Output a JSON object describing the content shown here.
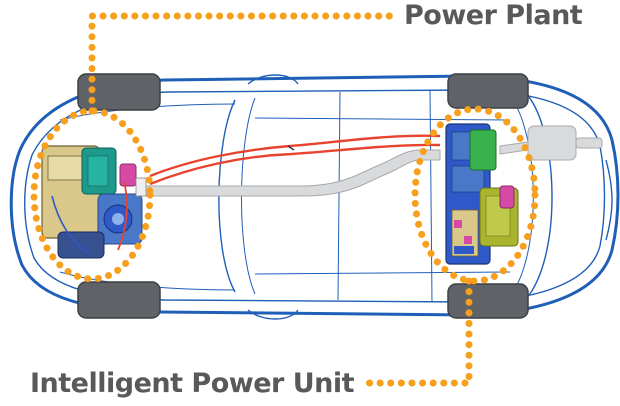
{
  "labels": {
    "power_plant": "Power Plant",
    "intelligent_power_unit": "Intelligent Power Unit"
  },
  "colors": {
    "callout_dots": "#f7a01d",
    "label_text": "#58595b",
    "body_outline": "#1f5fb8",
    "tire": "#5f6367",
    "engine_block": "#d9c88a",
    "engine_teal": "#1e9a8c",
    "pcu_blue": "#2f58c8",
    "pcu_green": "#37b24d",
    "pcu_olive": "#a9b52e",
    "pcu_magenta": "#d64aa6",
    "hv_cable": "#e8432e",
    "exhaust": "#d9dadb"
  },
  "icons": [
    "car-top-view-illustration",
    "engine-illustration",
    "battery-pack-illustration"
  ]
}
